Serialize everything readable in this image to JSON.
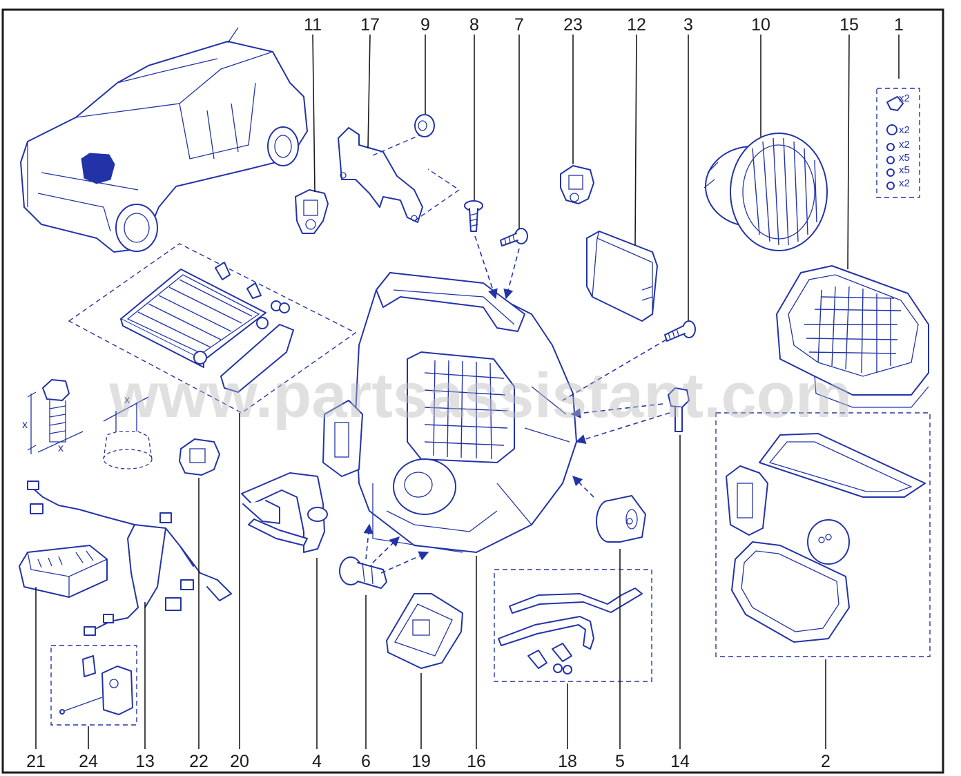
{
  "watermark": "www.partsassistant.com",
  "colors": {
    "line": "#2233a8",
    "frame": "#1a1a1a",
    "watermark": "#bcbcbc"
  },
  "callouts": {
    "top": [
      "11",
      "17",
      "9",
      "8",
      "7",
      "23",
      "12",
      "3",
      "10",
      "15",
      "1"
    ],
    "bottom": [
      "21",
      "24",
      "13",
      "22",
      "20",
      "4",
      "6",
      "19",
      "16",
      "18",
      "5",
      "14",
      "2"
    ]
  },
  "hardware_kit": {
    "quantities": [
      "x2",
      "x2",
      "x2",
      "x5",
      "x5",
      "x2"
    ]
  },
  "dimension_label": "x"
}
